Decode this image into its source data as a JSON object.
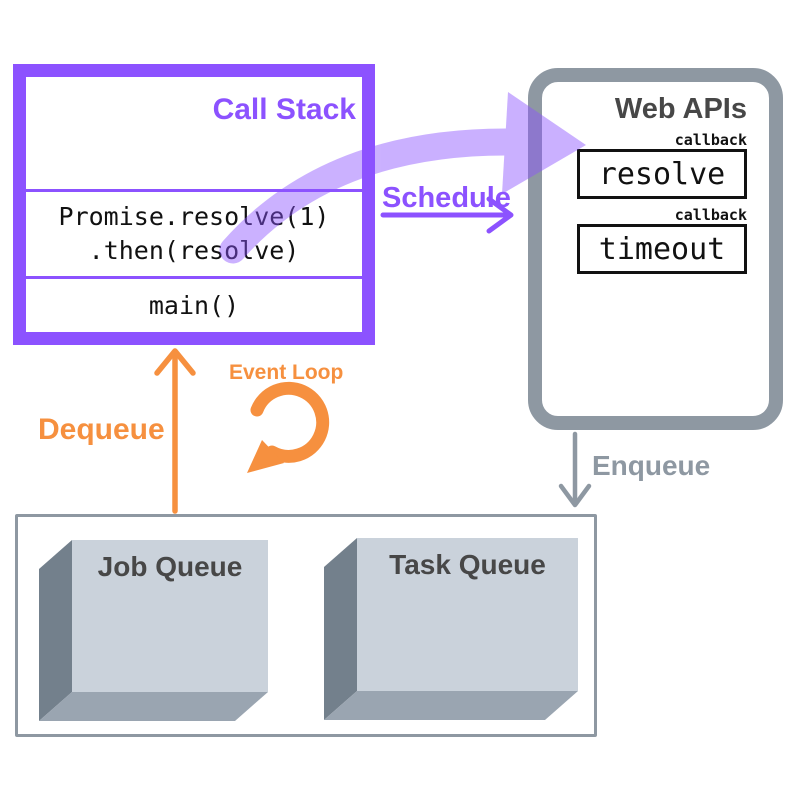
{
  "call_stack": {
    "title": "Call Stack",
    "frames": [
      "Promise.resolve(1)",
      ".then(resolve)"
    ],
    "frame_main": "main()"
  },
  "web_apis": {
    "title": "Web APIs",
    "items": [
      {
        "tag": "callback",
        "name": "resolve"
      },
      {
        "tag": "callback",
        "name": "timeout"
      }
    ]
  },
  "labels": {
    "schedule": "Schedule",
    "enqueue": "Enqueue",
    "dequeue": "Dequeue",
    "event_loop": "Event Loop"
  },
  "queues": {
    "items": [
      {
        "label": "Job Queue"
      },
      {
        "label": "Task Queue"
      }
    ]
  },
  "colors": {
    "purple": "#8C52FF",
    "orange": "#F6903F",
    "gray": "#8E98A2",
    "dark_text": "#474747",
    "code_text": "#111111",
    "queue_front": "#CAD2DB",
    "queue_side": "#73808C",
    "queue_bottom": "#9AA5B1"
  }
}
